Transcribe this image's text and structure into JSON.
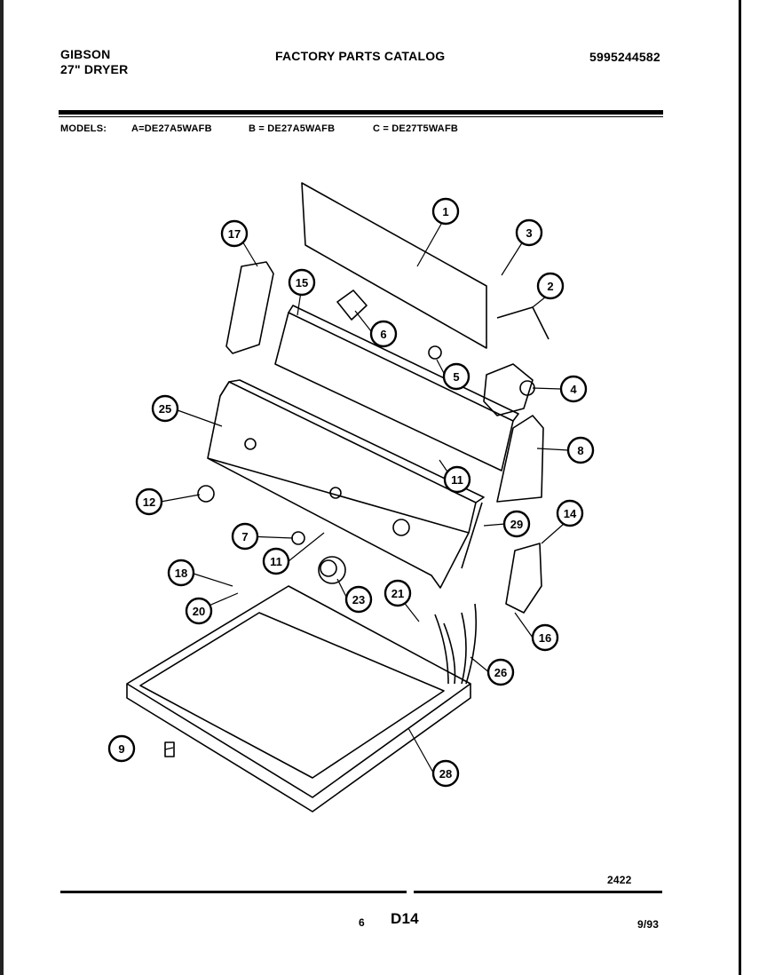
{
  "header": {
    "brand": "GIBSON",
    "product": "27\" DRYER",
    "catalog_title": "FACTORY PARTS CATALOG",
    "catalog_number": "5995244582"
  },
  "models": {
    "label": "MODELS:",
    "a": "A=DE27A5WAFB",
    "b": "B = DE27A5WAFB",
    "c": "C = DE27T5WAFB"
  },
  "callouts": [
    "1",
    "2",
    "3",
    "4",
    "5",
    "6",
    "7",
    "8",
    "9",
    "11",
    "11",
    "12",
    "14",
    "15",
    "16",
    "17",
    "18",
    "20",
    "21",
    "23",
    "25",
    "26",
    "28",
    "29"
  ],
  "footer": {
    "drawing_number": "2422",
    "page_number": "6",
    "section": "D14",
    "date": "9/93"
  }
}
